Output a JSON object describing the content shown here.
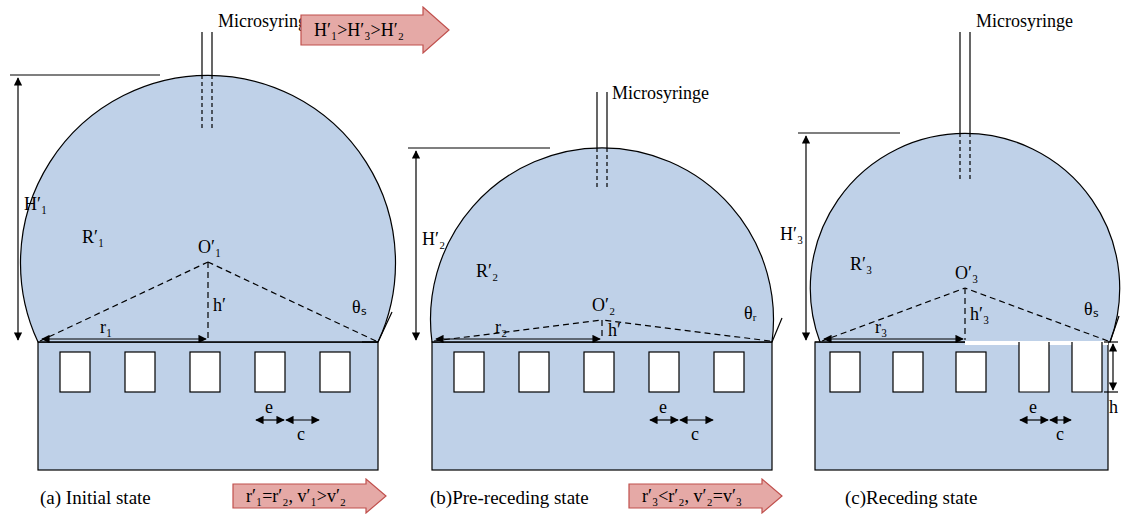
{
  "diagram": {
    "nodes": [
      {
        "text": [
          "H′₁>H′₃>H′₂"
        ]
      },
      {
        "text": [
          "r′₁=r′₂, v′₁>v′₂"
        ]
      },
      {
        "text": [
          "r′₃<r′₂, v′₂=v′₃"
        ]
      }
    ],
    "labels": [
      "Microsyringe",
      "H′₁",
      "R′₁",
      "O′₁",
      "h′",
      "r₁",
      "θₛ",
      "e",
      "c",
      "(a)  Initial state",
      "Microsyringe",
      "H′₂",
      "R′₂",
      "O′₂",
      "h′",
      "r₂",
      "θᵣ",
      "e",
      "c",
      "(b)Pre-receding state",
      "Microsyringe",
      "H′₃",
      "R′₃",
      "O′₃",
      "h′₃",
      "r₃",
      "θₛ",
      "e",
      "c",
      "h",
      "(c)Receding state"
    ]
  }
}
